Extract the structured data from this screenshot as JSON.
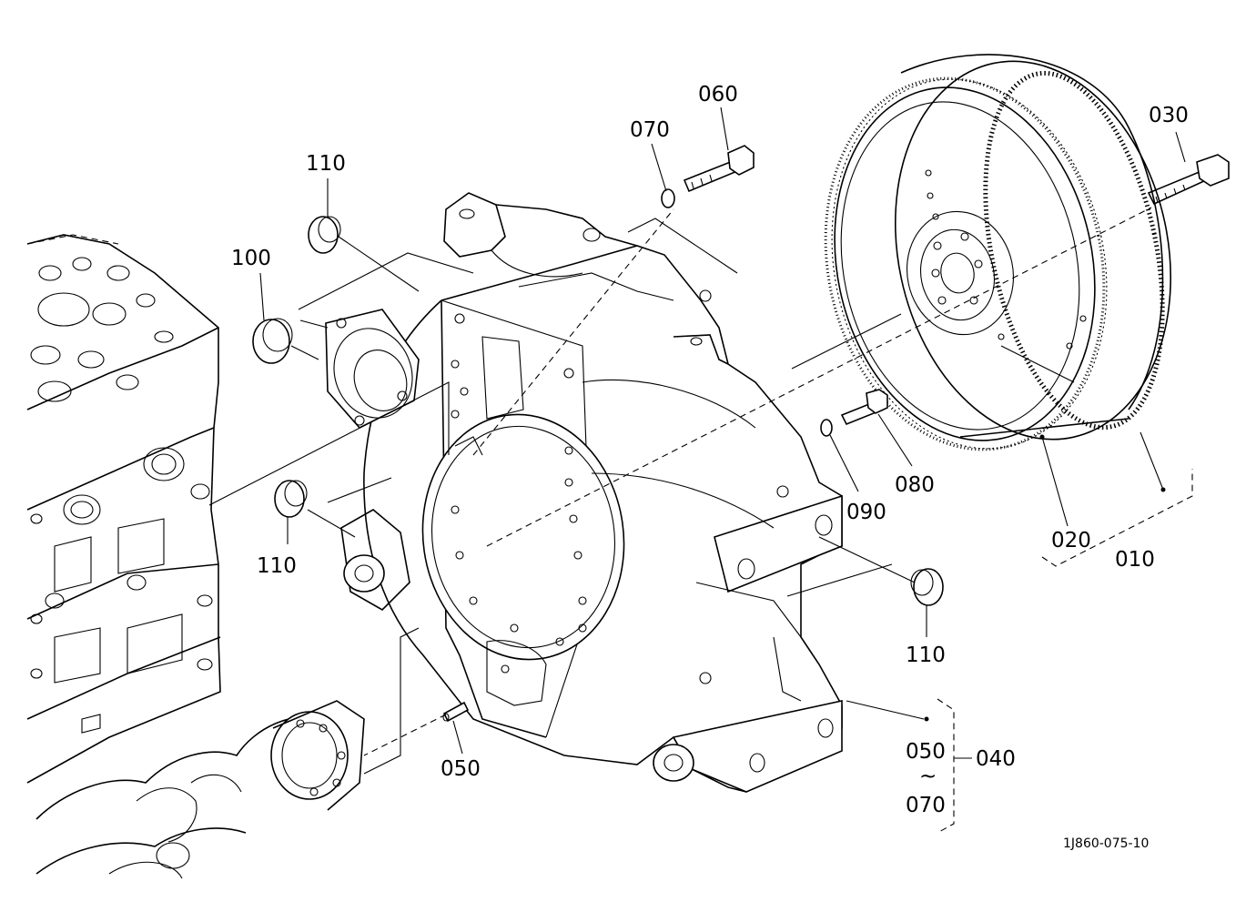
{
  "drawing": {
    "reference_code": "1J860-075-10",
    "part_labels": {
      "p010": "010",
      "p020": "020",
      "p030": "030",
      "p040": "040",
      "p050_top": "050",
      "p050_range_from": "050",
      "p_range_sep": "~",
      "p070_range_to": "070",
      "p060": "060",
      "p070": "070",
      "p080": "080",
      "p090": "090",
      "p100": "100",
      "p110_top": "110",
      "p110_left": "110",
      "p110_right": "110"
    }
  }
}
